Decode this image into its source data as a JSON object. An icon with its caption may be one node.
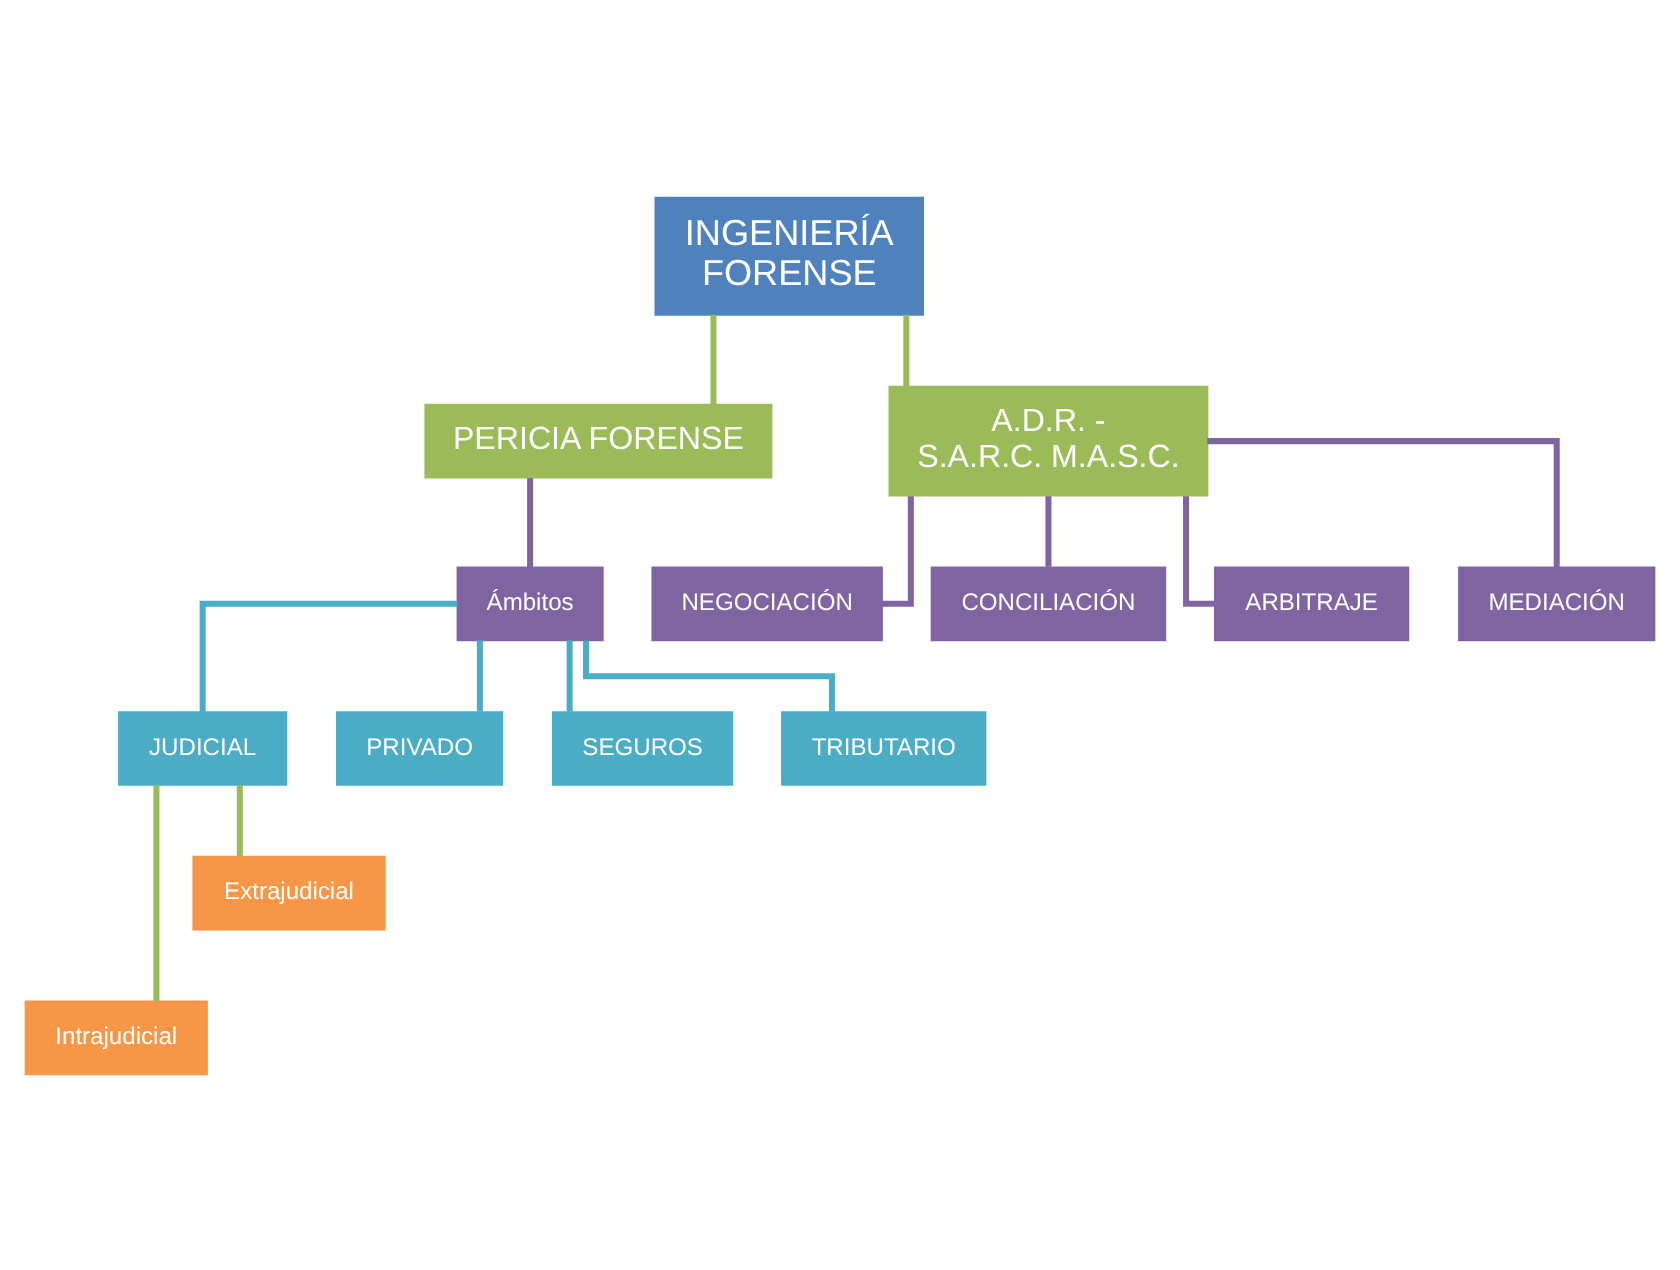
{
  "diagram": {
    "nodes": [
      {
        "text": [
          "INGENIERÍA FORENSE"
        ]
      },
      {
        "text": [
          "PERICIA FORENSE"
        ]
      },
      {
        "text": [
          "A.D.R. - S.A.R.C. M.A.S.C."
        ]
      },
      {
        "text": [
          "Ámbitos"
        ]
      },
      {
        "text": [
          "JUDICIAL"
        ]
      },
      {
        "text": [
          "PRIVADO"
        ]
      },
      {
        "text": [
          "SEGUROS"
        ]
      },
      {
        "text": [
          "TRIBUTARIO"
        ]
      },
      {
        "text": [
          "Intrajudicial"
        ]
      },
      {
        "text": [
          "Extrajudicial"
        ]
      },
      {
        "text": [
          "NEGOCIACIÓN"
        ]
      },
      {
        "text": [
          "CONCILIACIÓN"
        ]
      },
      {
        "text": [
          "ARBITRAJE"
        ]
      },
      {
        "text": [
          "MEDIACIÓN"
        ]
      }
    ],
    "edges": [
      {
        "from": 0,
        "to": 1,
        "arrow": "none",
        "color": "#9bbb59"
      },
      {
        "from": 0,
        "to": 2,
        "arrow": "none",
        "color": "#9bbb59"
      },
      {
        "from": 1,
        "to": 3,
        "arrow": "none"
      },
      {
        "from": 3,
        "to": 4,
        "arrow": "none",
        "color": "#4bacc6"
      },
      {
        "from": 3,
        "to": 5,
        "arrow": "none",
        "color": "#4bacc6"
      },
      {
        "from": 3,
        "to": 6,
        "arrow": "none",
        "color": "#4bacc6"
      },
      {
        "from": 3,
        "to": 7,
        "arrow": "none",
        "color": "#4bacc6"
      },
      {
        "from": 4,
        "to": 8,
        "arrow": "none",
        "color": "#9bbb59"
      },
      {
        "from": 4,
        "to": 9,
        "arrow": "none",
        "color": "#9bbb59"
      },
      {
        "from": 2,
        "to": 10,
        "arrow": "none"
      },
      {
        "from": 2,
        "to": 11,
        "arrow": "none"
      },
      {
        "from": 2,
        "to": 12,
        "arrow": "none"
      },
      {
        "from": 2,
        "to": 13,
        "arrow": "none"
      }
    ]
  }
}
